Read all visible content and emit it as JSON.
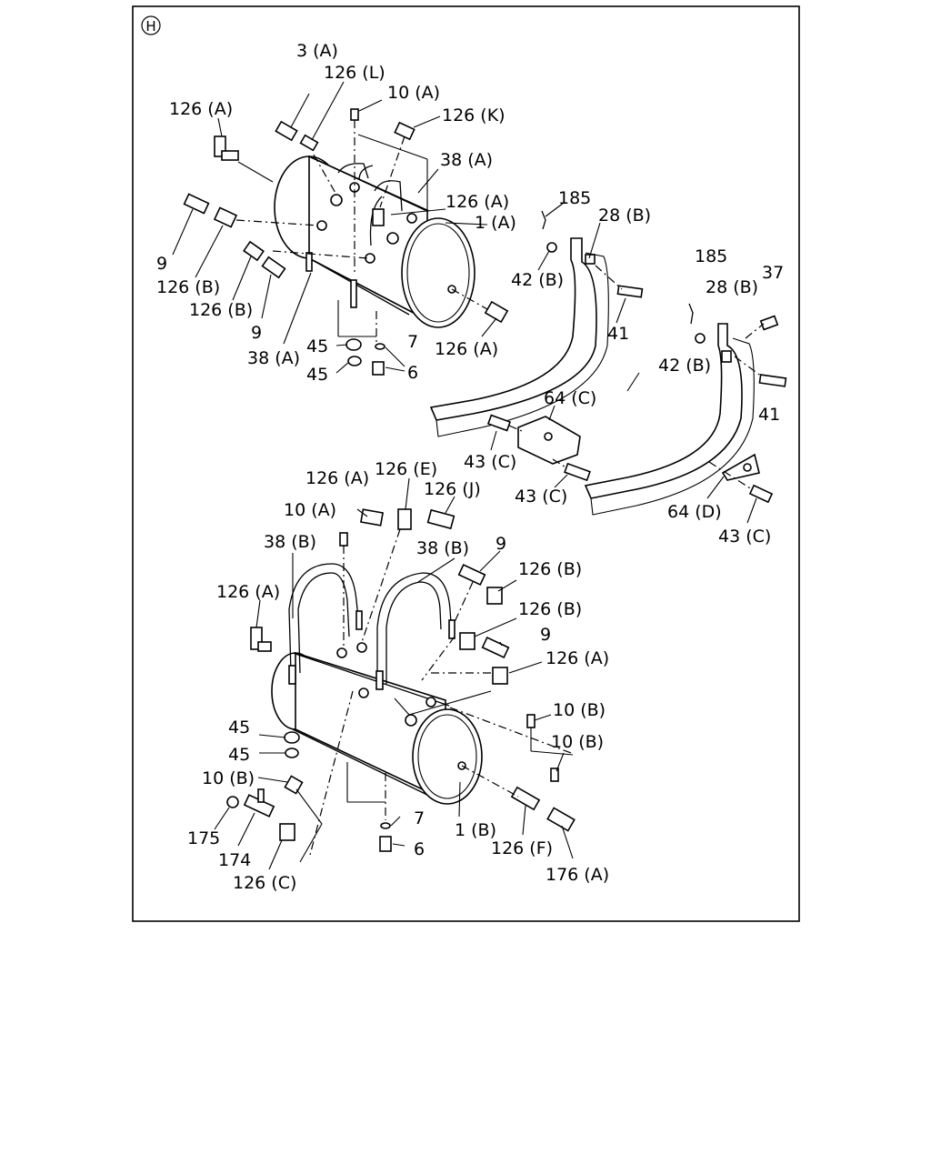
{
  "section_marker": "H",
  "callouts": {
    "c3A": "3 (A)",
    "c126L": "126 (L)",
    "c10A_top": "10 (A)",
    "c126K": "126 (K)",
    "c126A_tl": "126 (A)",
    "c38A_top": "38 (A)",
    "c126A_mid": "126 (A)",
    "c1A": "1 (A)",
    "c185_a": "185",
    "c28B_a": "28 (B)",
    "c9_a": "9",
    "c126B_a": "126 (B)",
    "c126B_b": "126 (B)",
    "c9_b": "9",
    "c38A_bot": "38 (A)",
    "c42B_a": "42 (B)",
    "c41_a": "41",
    "c126A_end": "126 (A)",
    "c45_a": "45",
    "c7_a": "7",
    "c45_b": "45",
    "c6_a": "6",
    "c185_b": "185",
    "c28B_b": "28 (B)",
    "c37": "37",
    "c42B_b": "42 (B)",
    "c41_b": "41",
    "c64C": "64 (C)",
    "c43C_a": "43 (C)",
    "c43C_b": "43 (C)",
    "c64D": "64 (D)",
    "c43C_c": "43 (C)",
    "c126A_b1": "126 (A)",
    "c126E": "126 (E)",
    "c126J": "126 (J)",
    "c10A_b": "10 (A)",
    "c38B_l": "38 (B)",
    "c38B_r": "38 (B)",
    "c9_c": "9",
    "c126B_c": "126 (B)",
    "c126A_b2": "126 (A)",
    "c126B_d": "126 (B)",
    "c9_d": "9",
    "c126A_b3": "126 (A)",
    "c10B_a": "10 (B)",
    "c10B_b": "10 (B)",
    "c45_c": "45",
    "c45_d": "45",
    "c10B_c": "10 (B)",
    "c175": "175",
    "c174": "174",
    "c126C": "126 (C)",
    "c7_b": "7",
    "c6_b": "6",
    "c1B": "1 (B)",
    "c126F": "126 (F)",
    "c176A": "176 (A)"
  }
}
